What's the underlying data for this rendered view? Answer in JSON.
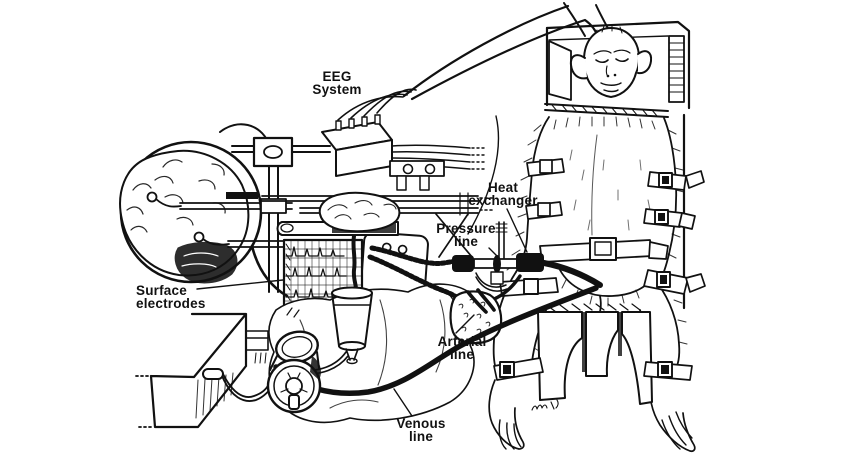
{
  "figure": {
    "type": "scanned-line-diagram",
    "components": [
      "brain-magnified-inset",
      "surface-electrode-pads",
      "electrode-stand",
      "eeg-connector-box",
      "eeg-lead-wires",
      "isolated-brain-on-tray",
      "eeg-chart-recorder",
      "collection-beaker",
      "perfusion-pump",
      "instrument-chassis",
      "heat-exchanger-assembly",
      "pressure-line-catheter",
      "arterial-filter-bag",
      "venous-tubing",
      "surgical-drape",
      "monkey-in-restraint-chair",
      "head-restraint-box",
      "restraint-straps"
    ]
  },
  "labels": {
    "eeg_system": "EEG\nSystem",
    "surface_electrodes": "Surface\nelectrodes",
    "heat_exchanger": "Heat\nexchanger",
    "pressure_line": "Pressure\nline",
    "arterial_line": "Arterial\nline",
    "venous_line": "Venous\nline"
  },
  "colors": {
    "ink": "#111111",
    "background": "#ffffff"
  }
}
